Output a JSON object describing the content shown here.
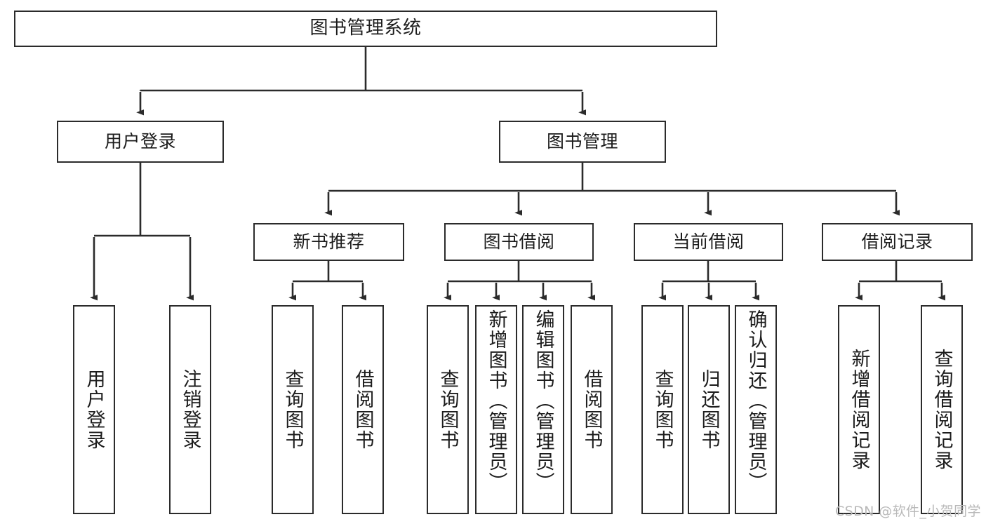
{
  "diagram": {
    "type": "tree-hierarchy",
    "title": "图书管理系统",
    "root": {
      "id": "root",
      "label": "图书管理系统"
    },
    "level1": [
      {
        "id": "login",
        "label": "用户登录"
      },
      {
        "id": "bookmgmt",
        "label": "图书管理"
      }
    ],
    "level2": [
      {
        "id": "newbook",
        "label": "新书推荐",
        "parent": "bookmgmt"
      },
      {
        "id": "borrow",
        "label": "图书借阅",
        "parent": "bookmgmt"
      },
      {
        "id": "current",
        "label": "当前借阅",
        "parent": "bookmgmt"
      },
      {
        "id": "record",
        "label": "借阅记录",
        "parent": "bookmgmt"
      }
    ],
    "leaves": {
      "login": [
        {
          "id": "user-login",
          "label": "用户登录"
        },
        {
          "id": "user-logout",
          "label": "注销登录"
        }
      ],
      "newbook": [
        {
          "id": "nb-query",
          "label": "查询图书"
        },
        {
          "id": "nb-borrow",
          "label": "借阅图书"
        }
      ],
      "borrow": [
        {
          "id": "bk-query",
          "label": "查询图书"
        },
        {
          "id": "bk-add",
          "label": "新增图书（管理员）"
        },
        {
          "id": "bk-edit",
          "label": "编辑图书（管理员）"
        },
        {
          "id": "bk-borrow",
          "label": "借阅图书"
        }
      ],
      "current": [
        {
          "id": "cur-query",
          "label": "查询图书"
        },
        {
          "id": "cur-return",
          "label": "归还图书"
        },
        {
          "id": "cur-confirm",
          "label": "确认归还（管理员）"
        }
      ],
      "record": [
        {
          "id": "rec-add",
          "label": "新增借阅记录"
        },
        {
          "id": "rec-query",
          "label": "查询借阅记录"
        }
      ]
    }
  },
  "watermark": {
    "text": "CSDN @软件_小贺同学"
  },
  "colors": {
    "stroke": "#2b2b2b",
    "fill": "#ffffff",
    "text": "#1c1c1c",
    "watermark": "#b9b9b9"
  }
}
